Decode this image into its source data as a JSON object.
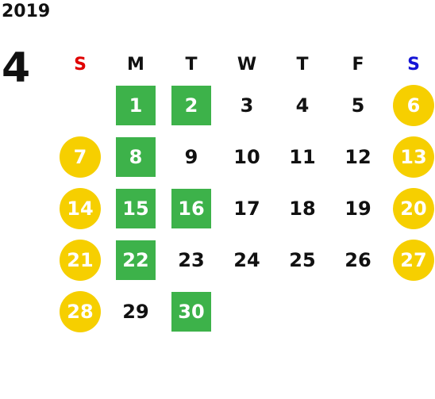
{
  "calendar": {
    "year": "2019",
    "month": "4",
    "weekdays": [
      "S",
      "M",
      "T",
      "W",
      "T",
      "F",
      "S"
    ],
    "first_weekday_index": 1,
    "days": [
      {
        "d": "1",
        "style": "green"
      },
      {
        "d": "2",
        "style": "green"
      },
      {
        "d": "3",
        "style": "plain"
      },
      {
        "d": "4",
        "style": "plain"
      },
      {
        "d": "5",
        "style": "plain"
      },
      {
        "d": "6",
        "style": "yellow"
      },
      {
        "d": "7",
        "style": "yellow"
      },
      {
        "d": "8",
        "style": "green"
      },
      {
        "d": "9",
        "style": "plain"
      },
      {
        "d": "10",
        "style": "plain"
      },
      {
        "d": "11",
        "style": "plain"
      },
      {
        "d": "12",
        "style": "plain"
      },
      {
        "d": "13",
        "style": "yellow"
      },
      {
        "d": "14",
        "style": "yellow"
      },
      {
        "d": "15",
        "style": "green"
      },
      {
        "d": "16",
        "style": "green"
      },
      {
        "d": "17",
        "style": "plain"
      },
      {
        "d": "18",
        "style": "plain"
      },
      {
        "d": "19",
        "style": "plain"
      },
      {
        "d": "20",
        "style": "yellow"
      },
      {
        "d": "21",
        "style": "yellow"
      },
      {
        "d": "22",
        "style": "green"
      },
      {
        "d": "23",
        "style": "plain"
      },
      {
        "d": "24",
        "style": "plain"
      },
      {
        "d": "25",
        "style": "plain"
      },
      {
        "d": "26",
        "style": "plain"
      },
      {
        "d": "27",
        "style": "yellow"
      },
      {
        "d": "28",
        "style": "yellow"
      },
      {
        "d": "29",
        "style": "plain"
      },
      {
        "d": "30",
        "style": "green"
      }
    ],
    "colors": {
      "green": "#3db24a",
      "yellow": "#f6cf00",
      "sunday": "#e00000",
      "saturday": "#1515d6"
    }
  }
}
